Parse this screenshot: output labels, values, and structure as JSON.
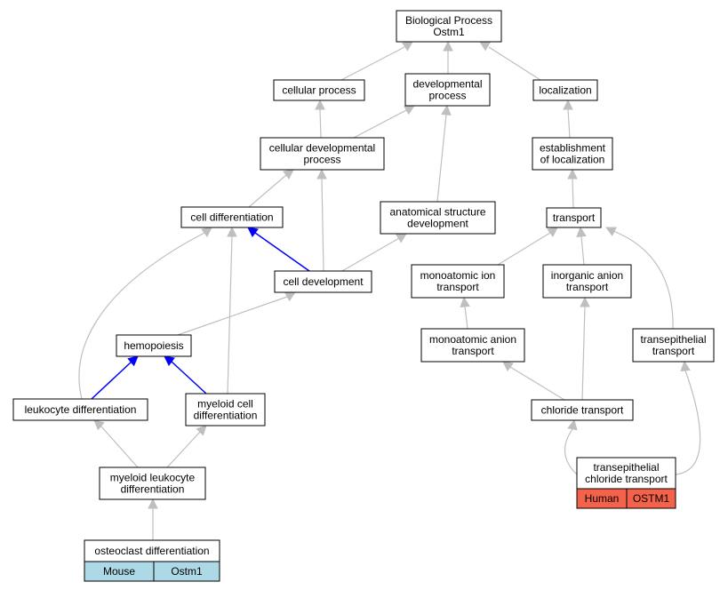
{
  "colors": {
    "edge_gray": "#bfbfbf",
    "edge_blue": "#0000ff",
    "node_border": "#000000",
    "node_fill": "#ffffff",
    "species_human": "#f4624b",
    "species_mouse": "#add8e6"
  },
  "nodes": {
    "bio_process": {
      "lines": [
        "Biological Process",
        "Ostm1"
      ]
    },
    "cellular_process": {
      "lines": [
        "cellular process"
      ]
    },
    "developmental_process": {
      "lines": [
        "developmental",
        "process"
      ]
    },
    "localization": {
      "lines": [
        "localization"
      ]
    },
    "cellular_dev_process": {
      "lines": [
        "cellular developmental",
        "process"
      ]
    },
    "establishment_localization": {
      "lines": [
        "establishment",
        "of localization"
      ]
    },
    "cell_differentiation": {
      "lines": [
        "cell differentiation"
      ]
    },
    "anatomical_structure_dev": {
      "lines": [
        "anatomical structure",
        "development"
      ]
    },
    "transport": {
      "lines": [
        "transport"
      ]
    },
    "cell_development": {
      "lines": [
        "cell development"
      ]
    },
    "monoatomic_ion_transport": {
      "lines": [
        "monoatomic ion",
        "transport"
      ]
    },
    "inorganic_anion_transport": {
      "lines": [
        "inorganic anion",
        "transport"
      ]
    },
    "hemopoiesis": {
      "lines": [
        "hemopoiesis"
      ]
    },
    "monoatomic_anion_transport": {
      "lines": [
        "monoatomic anion",
        "transport"
      ]
    },
    "transepithelial_transport": {
      "lines": [
        "transepithelial",
        "transport"
      ]
    },
    "leukocyte_differentiation": {
      "lines": [
        "leukocyte differentiation"
      ]
    },
    "myeloid_cell_differentiation": {
      "lines": [
        "myeloid cell",
        "differentiation"
      ]
    },
    "chloride_transport": {
      "lines": [
        "chloride transport"
      ]
    },
    "myeloid_leukocyte_differentiation": {
      "lines": [
        "myeloid leukocyte",
        "differentiation"
      ]
    },
    "transepithelial_chloride_transport": {
      "lines": [
        "transepithelial",
        "chloride transport"
      ],
      "species": "Human",
      "gene": "OSTM1"
    },
    "osteoclast_differentiation": {
      "lines": [
        "osteoclast differentiation"
      ],
      "species": "Mouse",
      "gene": "Ostm1"
    }
  },
  "edges": [
    {
      "from": "cellular_process",
      "to": "bio_process",
      "color": "gray"
    },
    {
      "from": "developmental_process",
      "to": "bio_process",
      "color": "gray"
    },
    {
      "from": "localization",
      "to": "bio_process",
      "color": "gray"
    },
    {
      "from": "cellular_dev_process",
      "to": "cellular_process",
      "color": "gray"
    },
    {
      "from": "cellular_dev_process",
      "to": "developmental_process",
      "color": "gray"
    },
    {
      "from": "anatomical_structure_dev",
      "to": "developmental_process",
      "color": "gray"
    },
    {
      "from": "establishment_localization",
      "to": "localization",
      "color": "gray"
    },
    {
      "from": "cell_differentiation",
      "to": "cellular_dev_process",
      "color": "gray"
    },
    {
      "from": "cell_development",
      "to": "cellular_dev_process",
      "color": "gray"
    },
    {
      "from": "cell_development",
      "to": "cell_differentiation",
      "color": "blue"
    },
    {
      "from": "cell_development",
      "to": "anatomical_structure_dev",
      "color": "gray"
    },
    {
      "from": "transport",
      "to": "establishment_localization",
      "color": "gray"
    },
    {
      "from": "monoatomic_ion_transport",
      "to": "transport",
      "color": "gray"
    },
    {
      "from": "inorganic_anion_transport",
      "to": "transport",
      "color": "gray"
    },
    {
      "from": "transepithelial_transport",
      "to": "transport",
      "color": "gray"
    },
    {
      "from": "hemopoiesis",
      "to": "cell_development",
      "color": "gray"
    },
    {
      "from": "leukocyte_differentiation",
      "to": "cell_differentiation",
      "color": "gray"
    },
    {
      "from": "myeloid_cell_differentiation",
      "to": "cell_differentiation",
      "color": "gray"
    },
    {
      "from": "leukocyte_differentiation",
      "to": "hemopoiesis",
      "color": "blue"
    },
    {
      "from": "myeloid_cell_differentiation",
      "to": "hemopoiesis",
      "color": "blue"
    },
    {
      "from": "monoatomic_anion_transport",
      "to": "monoatomic_ion_transport",
      "color": "gray"
    },
    {
      "from": "chloride_transport",
      "to": "monoatomic_anion_transport",
      "color": "gray"
    },
    {
      "from": "chloride_transport",
      "to": "inorganic_anion_transport",
      "color": "gray"
    },
    {
      "from": "myeloid_leukocyte_differentiation",
      "to": "leukocyte_differentiation",
      "color": "gray"
    },
    {
      "from": "myeloid_leukocyte_differentiation",
      "to": "myeloid_cell_differentiation",
      "color": "gray"
    },
    {
      "from": "transepithelial_chloride_transport",
      "to": "chloride_transport",
      "color": "gray"
    },
    {
      "from": "transepithelial_chloride_transport",
      "to": "transepithelial_transport",
      "color": "gray"
    },
    {
      "from": "osteoclast_differentiation",
      "to": "myeloid_leukocyte_differentiation",
      "color": "gray"
    }
  ]
}
